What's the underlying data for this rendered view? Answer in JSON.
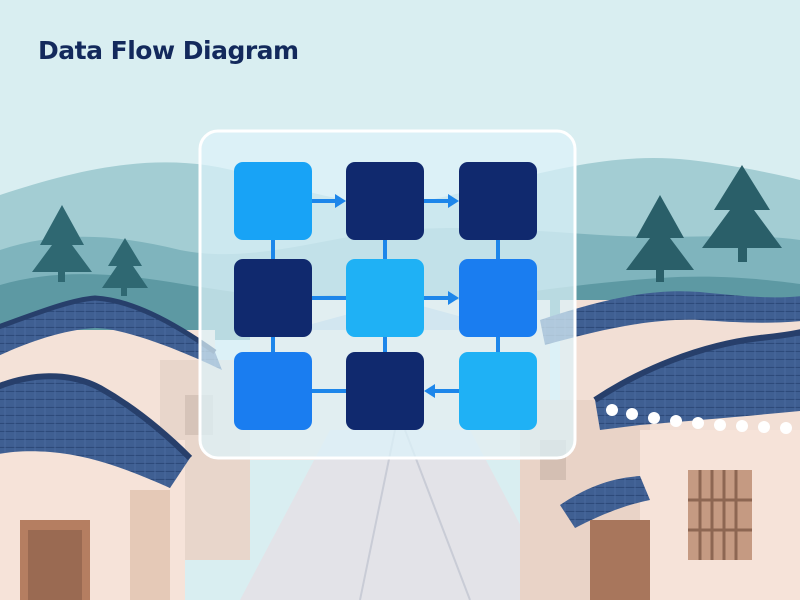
{
  "title": "Data Flow Diagram",
  "colors": {
    "title": "#13295c",
    "sky": "#d9eef1",
    "mountain_far": "#a3cdd3",
    "mountain_mid": "#7fb4bd",
    "mountain_near": "#4f8d97",
    "tree": "#2f6872",
    "wall": "#f6e3d9",
    "wall_shade": "#e6cfc2",
    "roof": "#3f5f92",
    "roof_dark": "#273f6b",
    "road": "#dcdfe6",
    "panel_fill": "#dcf3fa",
    "panel_border": "#ffffff",
    "node_dark": "#10296e",
    "node_mid": "#1a7df0",
    "node_light": "#18a3f6",
    "node_cyan": "#1fb1f5",
    "connector": "#1d86ea"
  },
  "scene": {
    "subject": "Korean hanok village street with traditional tiled roofs",
    "trees": [
      "pine-tree",
      "pine-tree",
      "pine-tree",
      "pine-tree"
    ]
  },
  "diagram": {
    "rows": 3,
    "cols": 3,
    "nodes": [
      {
        "id": "n1",
        "row": 0,
        "col": 0,
        "tone": "node_light"
      },
      {
        "id": "n2",
        "row": 0,
        "col": 1,
        "tone": "node_dark"
      },
      {
        "id": "n3",
        "row": 0,
        "col": 2,
        "tone": "node_dark"
      },
      {
        "id": "n4",
        "row": 1,
        "col": 0,
        "tone": "node_dark"
      },
      {
        "id": "n5",
        "row": 1,
        "col": 1,
        "tone": "node_cyan"
      },
      {
        "id": "n6",
        "row": 1,
        "col": 2,
        "tone": "node_mid"
      },
      {
        "id": "n7",
        "row": 2,
        "col": 0,
        "tone": "node_mid"
      },
      {
        "id": "n8",
        "row": 2,
        "col": 1,
        "tone": "node_dark"
      },
      {
        "id": "n9",
        "row": 2,
        "col": 2,
        "tone": "node_cyan"
      }
    ],
    "edges": [
      {
        "id": "e1",
        "from": "n1",
        "to": "n2",
        "arrow": true
      },
      {
        "id": "e2",
        "from": "n2",
        "to": "n3",
        "arrow": true
      },
      {
        "id": "e3",
        "from": "n4",
        "to": "n5",
        "arrow": false
      },
      {
        "id": "e4",
        "from": "n5",
        "to": "n6",
        "arrow": true
      },
      {
        "id": "e5",
        "from": "n7",
        "to": "n8",
        "arrow": false
      },
      {
        "id": "e6",
        "from": "n9",
        "to": "n8",
        "arrow": true
      },
      {
        "id": "e7",
        "from": "n1",
        "to": "n4",
        "arrow": false
      },
      {
        "id": "e8",
        "from": "n4",
        "to": "n7",
        "arrow": false
      },
      {
        "id": "e9",
        "from": "n2",
        "to": "n5",
        "arrow": false
      },
      {
        "id": "e10",
        "from": "n5",
        "to": "n8",
        "arrow": false
      },
      {
        "id": "e11",
        "from": "n3",
        "to": "n6",
        "arrow": false
      },
      {
        "id": "e12",
        "from": "n6",
        "to": "n9",
        "arrow": false
      }
    ]
  }
}
